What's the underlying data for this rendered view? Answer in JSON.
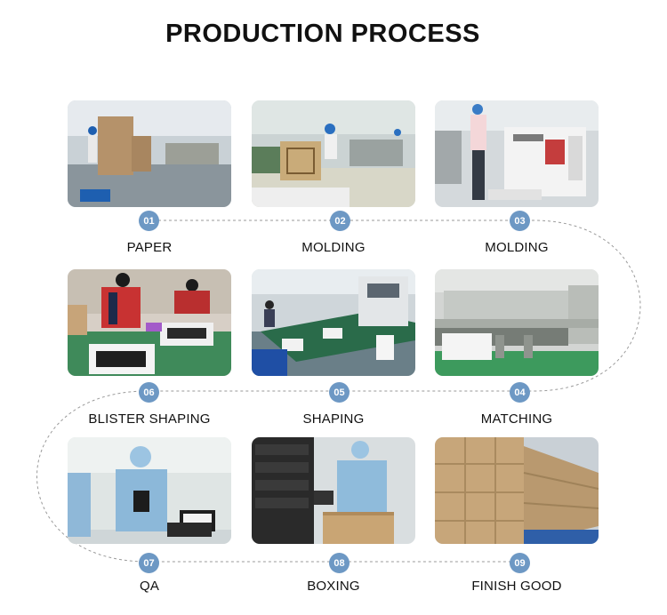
{
  "title": "PRODUCTION PROCESS",
  "steps": [
    {
      "number": "01",
      "label": "PAPER"
    },
    {
      "number": "02",
      "label": "MOLDING"
    },
    {
      "number": "03",
      "label": "MOLDING"
    },
    {
      "number": "04",
      "label": "MATCHING"
    },
    {
      "number": "05",
      "label": "SHAPING"
    },
    {
      "number": "06",
      "label": "BLISTER SHAPING"
    },
    {
      "number": "07",
      "label": "QA"
    },
    {
      "number": "08",
      "label": "BOXING"
    },
    {
      "number": "09",
      "label": "FINISH GOOD"
    }
  ],
  "colors": {
    "badge": "#6d98c4",
    "path": "#9a9a9a"
  }
}
